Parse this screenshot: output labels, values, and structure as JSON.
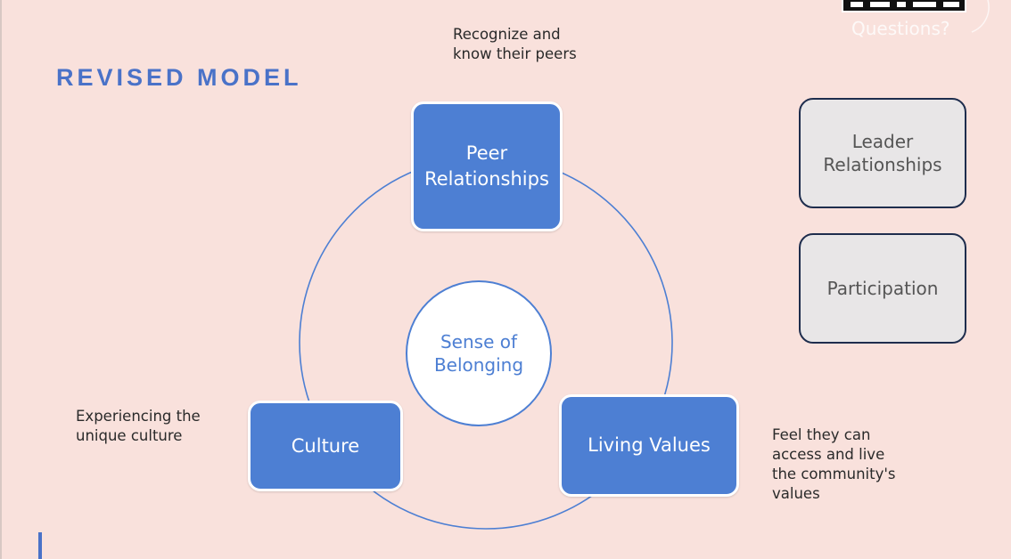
{
  "slide": {
    "title": "REVISED MODEL",
    "colors": {
      "background": "#f9e1dc",
      "accent": "#4d7fd3",
      "title": "#4a72c8",
      "side_box_fill": "#e8e6e7",
      "side_box_border": "#1e2d4d"
    }
  },
  "nodes": {
    "center": {
      "line1": "Sense of",
      "line2": "Belonging"
    },
    "peer": {
      "line1": "Peer",
      "line2": "Relationships"
    },
    "culture": {
      "label": "Culture"
    },
    "values": {
      "label": "Living Values"
    }
  },
  "captions": {
    "peer": [
      "Recognize and",
      "know their peers"
    ],
    "culture": [
      "Experiencing the",
      "unique culture"
    ],
    "values": [
      "Feel they can",
      "access and live",
      "the community's",
      "values"
    ]
  },
  "side_boxes": {
    "leader": {
      "line1": "Leader",
      "line2": "Relationships"
    },
    "participation": {
      "label": "Participation"
    }
  },
  "overlay": {
    "questions": "Questions?"
  }
}
